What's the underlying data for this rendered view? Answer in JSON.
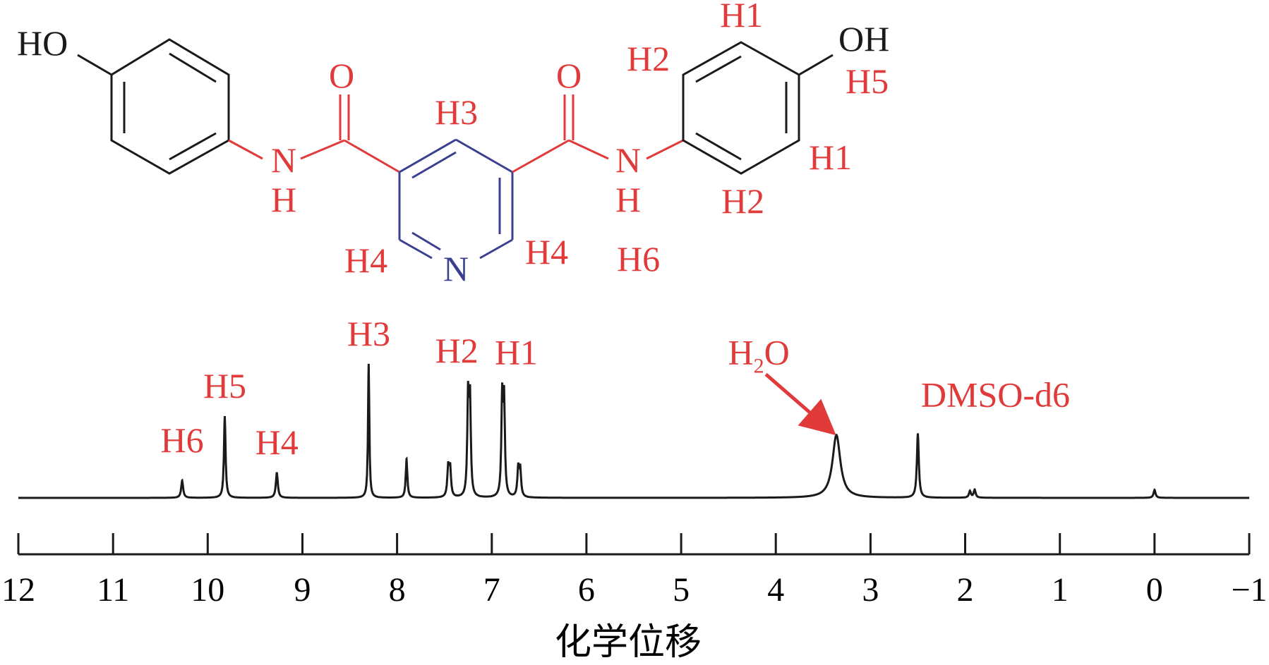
{
  "colors": {
    "black": "#1a1a1a",
    "red": "#e03a3a",
    "blue": "#3a3f8f"
  },
  "molecule": {
    "atoms": {
      "ho_left": "HO",
      "oh_right": "OH",
      "o_left": "O",
      "o_right": "O",
      "n_amide_left": "N",
      "h_amide_left": "H",
      "n_amide_right": "N",
      "h_amide_right": "H",
      "n_pyridine": "N"
    },
    "proton_labels": {
      "h1_top": "H1",
      "h2_top": "H2",
      "h5": "H5",
      "h1_right": "H1",
      "h2_bottom": "H2",
      "h3": "H3",
      "h4_left": "H4",
      "h4_right": "H4",
      "h6": "H6"
    }
  },
  "chart_data": {
    "type": "line",
    "title": "",
    "xlabel": "化学位移",
    "ylabel": "",
    "xlim": [
      12,
      -1
    ],
    "x_reversed": true,
    "x_ticks": [
      12,
      11,
      10,
      9,
      8,
      7,
      6,
      5,
      4,
      3,
      2,
      1,
      0,
      -1
    ],
    "x_tick_labels": [
      "12",
      "11",
      "10",
      "9",
      "8",
      "7",
      "6",
      "5",
      "4",
      "3",
      "2",
      "1",
      "0",
      "−1"
    ],
    "grid": false,
    "peaks": [
      {
        "shift": 10.27,
        "intensity": 0.13,
        "width": 0.012
      },
      {
        "shift": 9.82,
        "intensity": 0.61,
        "width": 0.01
      },
      {
        "shift": 9.27,
        "intensity": 0.19,
        "width": 0.012
      },
      {
        "shift": 8.3,
        "intensity": 1.0,
        "width": 0.008
      },
      {
        "shift": 7.9,
        "intensity": 0.29,
        "width": 0.01
      },
      {
        "shift": 7.46,
        "intensity": 0.22,
        "width": 0.011
      },
      {
        "shift": 7.44,
        "intensity": 0.21,
        "width": 0.011
      },
      {
        "shift": 7.25,
        "intensity": 0.73,
        "width": 0.01
      },
      {
        "shift": 7.23,
        "intensity": 0.7,
        "width": 0.01
      },
      {
        "shift": 6.89,
        "intensity": 0.72,
        "width": 0.01
      },
      {
        "shift": 6.87,
        "intensity": 0.69,
        "width": 0.01
      },
      {
        "shift": 6.72,
        "intensity": 0.21,
        "width": 0.011
      },
      {
        "shift": 6.7,
        "intensity": 0.2,
        "width": 0.011
      },
      {
        "shift": 3.36,
        "intensity": 0.47,
        "width": 0.05
      },
      {
        "shift": 2.5,
        "intensity": 0.48,
        "width": 0.012
      },
      {
        "shift": 1.95,
        "intensity": 0.05,
        "width": 0.012
      },
      {
        "shift": 1.9,
        "intensity": 0.06,
        "width": 0.012
      },
      {
        "shift": 0.0,
        "intensity": 0.06,
        "width": 0.012
      }
    ],
    "annotations": [
      {
        "text": "H6",
        "shift": 10.27
      },
      {
        "text": "H5",
        "shift": 9.82
      },
      {
        "text": "H4",
        "shift": 9.27
      },
      {
        "text": "H3",
        "shift": 8.3
      },
      {
        "text": "H2",
        "shift": 7.25
      },
      {
        "text": "H1",
        "shift": 6.89
      },
      {
        "text": "H",
        "subscript": "2",
        "text_after": "O",
        "shift": 3.36,
        "arrow": true
      },
      {
        "text": "DMSO-d6",
        "shift": 2.5
      }
    ]
  }
}
